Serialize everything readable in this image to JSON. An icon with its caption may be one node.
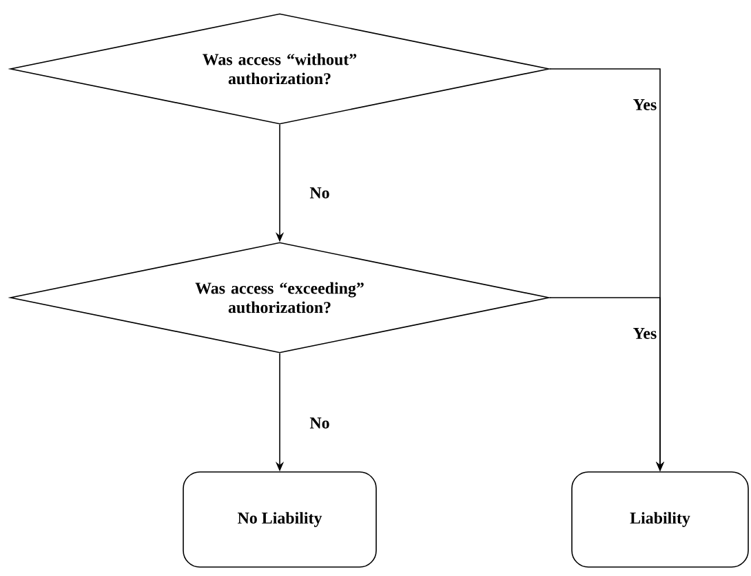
{
  "diagram": {
    "nodes": [
      {
        "text": [
          "Was access “without” authorization?"
        ]
      },
      {
        "text": [
          "Was access “exceeding” authorization?"
        ]
      },
      {
        "text": [
          "No Liability"
        ]
      },
      {
        "text": [
          "Liability"
        ]
      }
    ],
    "edges": [
      {
        "from": 0,
        "to": 1,
        "arrow": "to",
        "label": "No"
      },
      {
        "from": 0,
        "to": 3,
        "arrow": "to",
        "label": "Yes"
      },
      {
        "from": 1,
        "to": 3,
        "arrow": "to",
        "label": "Yes"
      },
      {
        "from": 1,
        "to": 2,
        "arrow": "to",
        "label": "No"
      }
    ]
  }
}
